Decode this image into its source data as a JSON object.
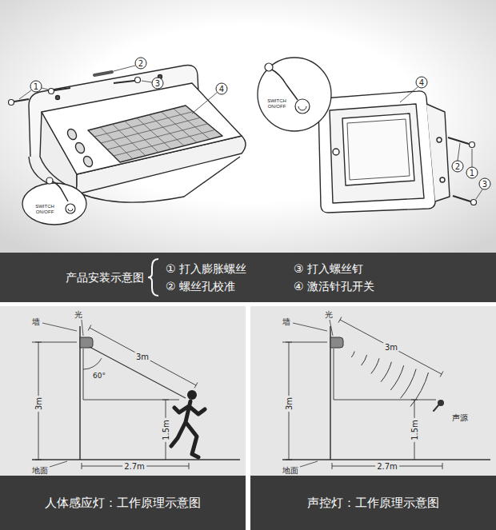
{
  "diagram": {
    "nodes": [
      {
        "text": [
          "产品安装示意图",
          "① 打入膨胀螺丝",
          "② 螺丝孔校准",
          "③ 打入螺丝钉",
          "④ 激活针孔开关"
        ]
      },
      {
        "text": [
          "人体感应灯：工作原理示意图"
        ]
      },
      {
        "text": [
          "声控灯：工作原理示意图"
        ]
      }
    ],
    "labels": [
      "1",
      "2",
      "3",
      "4",
      "SWITCH ON/OFF",
      "SWITCH ON/OFF",
      "4",
      "2",
      "1",
      "3",
      "墙",
      "光",
      "60°",
      "3m",
      "3m",
      "1.5m",
      "地面",
      "2.7m",
      "墙",
      "光",
      "3m",
      "3m",
      "1.5m",
      "声源",
      "地面",
      "2.7m"
    ]
  }
}
